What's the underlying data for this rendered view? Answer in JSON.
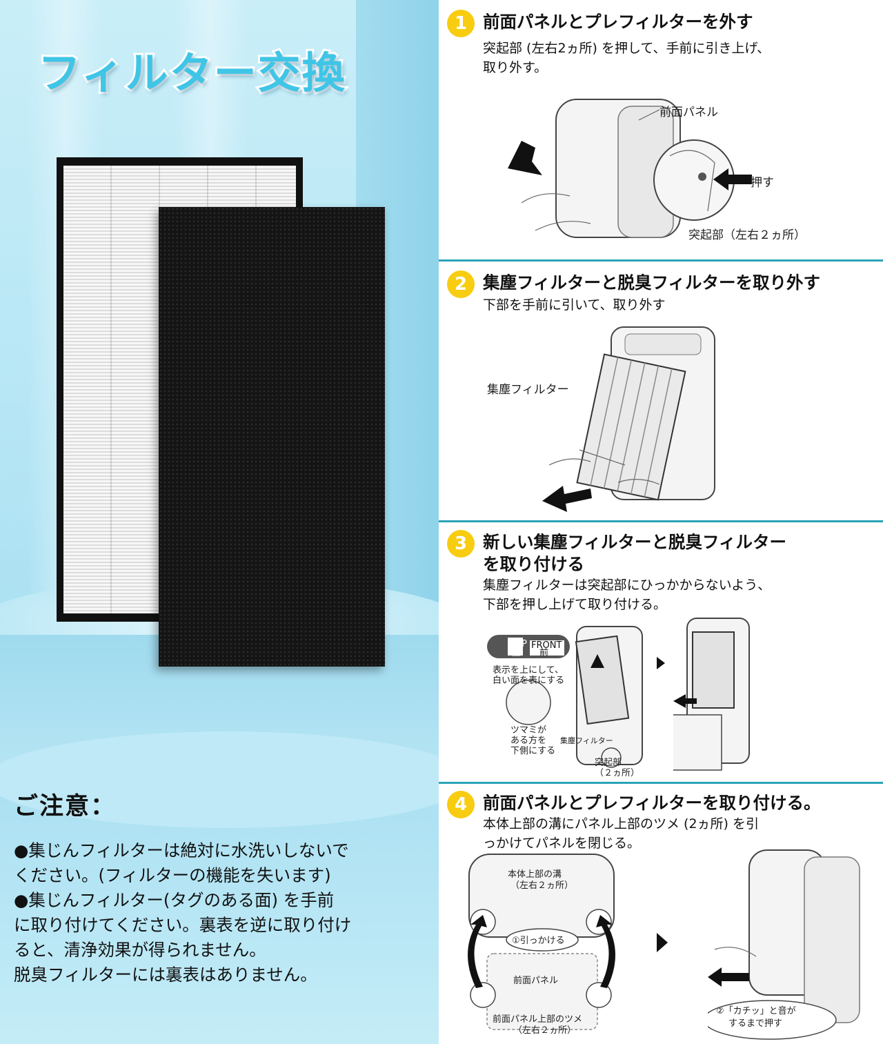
{
  "title": "フィルター交換",
  "notice": {
    "heading": "ご注意：",
    "lines": [
      "●集じんフィルターは絶対に水洗いしないで",
      "ください。(フィルターの機能を失います)",
      "●集じんフィルター(タグのある面) を手前",
      "に取り付けてください。裏表を逆に取り付け",
      "ると、清浄効果が得られません。",
      "脱臭フィルターには裏表はありません。"
    ]
  },
  "steps": [
    {
      "num": "1",
      "title": "前面パネルとプレフィルターを外す",
      "desc": [
        "突起部 (左右2ヵ所) を押して、手前に引き上げ、",
        "取り外す。"
      ],
      "labels": {
        "panel": "前面パネル",
        "push": "押す",
        "protrusion": "突起部（左右２ヵ所）"
      }
    },
    {
      "num": "2",
      "title": "集塵フィルターと脱臭フィルターを取り外す",
      "desc": [
        "下部を手前に引いて、取り外す"
      ],
      "labels": {
        "filter": "集塵フィルター"
      }
    },
    {
      "num": "3",
      "title": [
        "新しい集塵フィルターと脱臭フィルター",
        "を取り付ける"
      ],
      "desc": [
        "集塵フィルターは突起部にひっかからないよう、",
        "下部を押し上げて取り付ける。"
      ],
      "labels": {
        "top": "TOP",
        "top_kanji": "上",
        "front": "FRONT",
        "front_kanji": "前",
        "display_up": [
          "表示を上にして、",
          "白い面を表にする"
        ],
        "knob": [
          "ツマミが",
          "ある方を",
          "下側にする"
        ],
        "filter": "集塵フィルター",
        "protrusion": [
          "突起部",
          "（２ヵ所）"
        ]
      }
    },
    {
      "num": "4",
      "title": "前面パネルとプレフィルターを取り付ける。",
      "desc": [
        "本体上部の溝にパネル上部のツメ (2ヵ所) を引",
        "っかけてパネルを閉じる。"
      ],
      "labels": {
        "groove": [
          "本体上部の溝",
          "（左右２ヵ所）"
        ],
        "hook": "①引っかける",
        "panel": "前面パネル",
        "claw": [
          "前面パネル上部のツメ",
          "（左右２ヵ所）"
        ],
        "click": [
          "②「カチッ」と音が",
          "するまで押す"
        ]
      }
    }
  ],
  "colors": {
    "accent": "#2aa3b6",
    "step_badge": "#f8cc10",
    "title_fill": "#3fc5e6"
  }
}
